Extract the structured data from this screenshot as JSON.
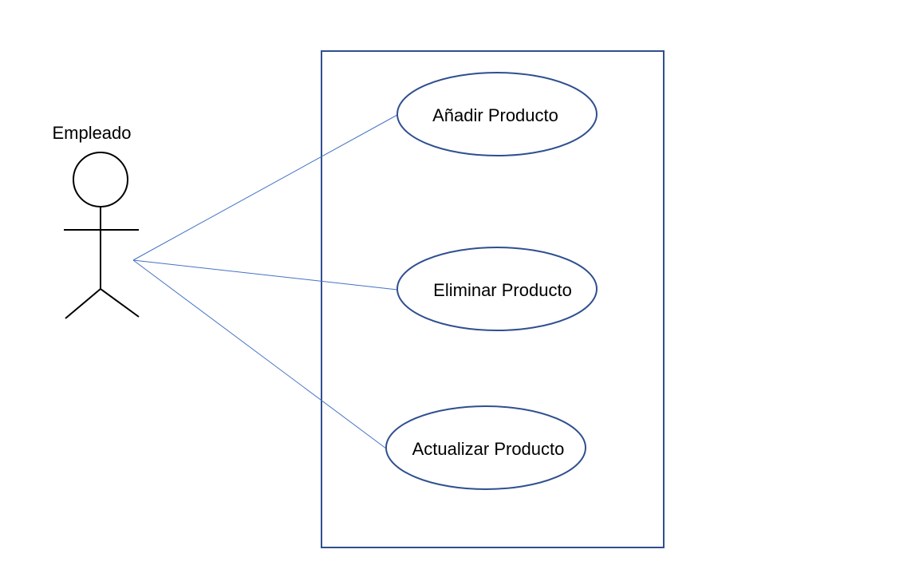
{
  "diagram": {
    "actor": {
      "name": "Empleado"
    },
    "system_boundary": {
      "label": ""
    },
    "use_cases": [
      {
        "label": "Añadir Producto"
      },
      {
        "label": "Eliminar Producto"
      },
      {
        "label": "Actualizar Producto"
      }
    ]
  },
  "colors": {
    "boundary_stroke": "#2F4F8F",
    "ellipse_stroke": "#2F4F8F",
    "association_line": "#4472C4",
    "actor_stroke": "#000000",
    "background": "#FFFFFF"
  }
}
